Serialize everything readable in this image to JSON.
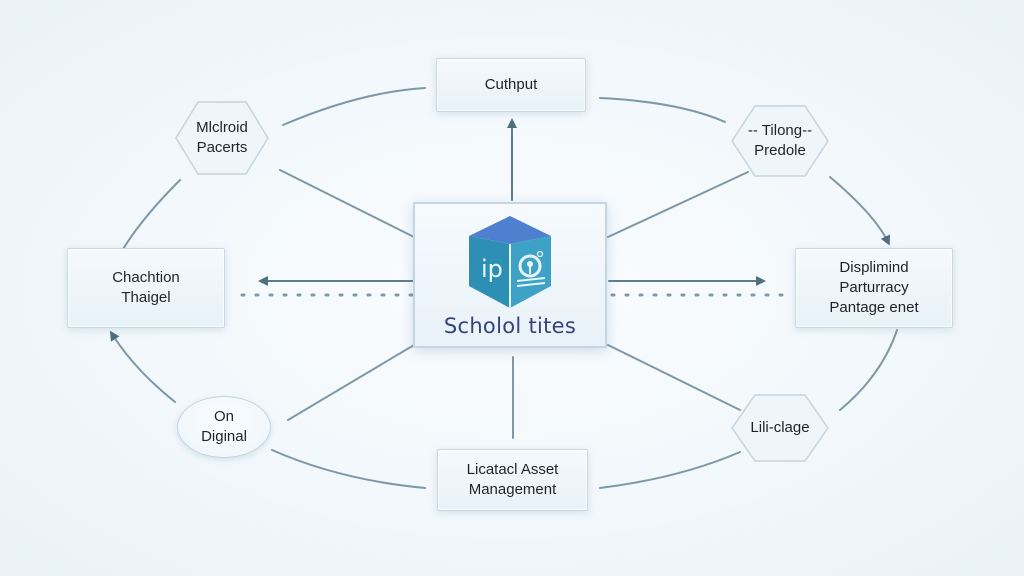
{
  "diagram": {
    "center": {
      "title": "Scholol tites",
      "logo": {
        "icon": "book-cube-logo-icon",
        "left_text": "ip",
        "colors": {
          "top": "#4f7fcf",
          "left_face": "#2d8fb4",
          "right_face": "#3da2c6",
          "title": "#34447a"
        }
      }
    },
    "nodes": {
      "top": {
        "label": "Cuthput"
      },
      "top_left": {
        "lines": [
          "Mlclroid",
          "Pacerts"
        ]
      },
      "top_right": {
        "lines": [
          "-- Tilong--",
          "Predole"
        ]
      },
      "left": {
        "lines": [
          "Chachtion",
          "Thaigel"
        ]
      },
      "right": {
        "lines": [
          "Displimind",
          "Parturracy",
          "Pantage enet"
        ]
      },
      "bottom_left": {
        "lines": [
          "On",
          "Diginal"
        ]
      },
      "bottom_right": {
        "label": "Lili-clage"
      },
      "bottom": {
        "lines": [
          "Licatacl Asset",
          "Management"
        ]
      }
    },
    "colors": {
      "connector": "#7f98a8",
      "arrow": "#4f6e80",
      "node_border": "#c9d8e3",
      "background": "#f1f7fb"
    }
  }
}
